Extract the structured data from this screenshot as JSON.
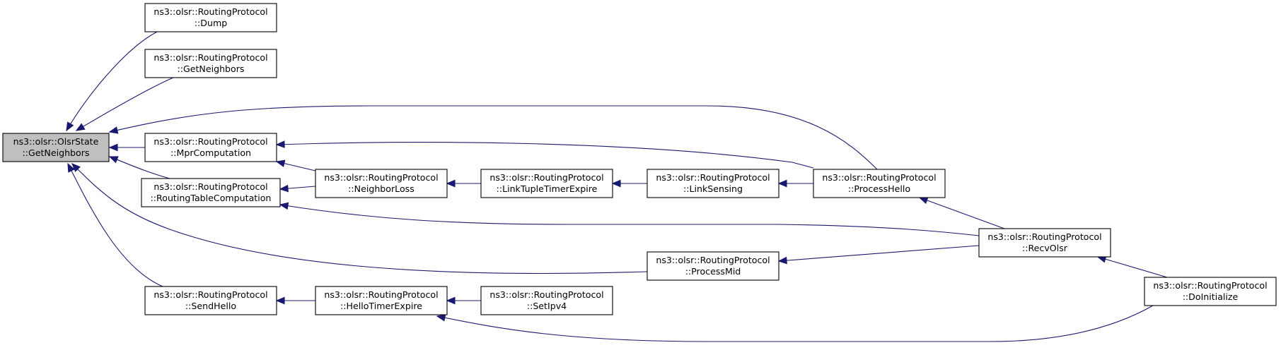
{
  "diagram": {
    "type": "call-graph",
    "nodes": [
      {
        "id": "getneighbors_state",
        "line1": "ns3::olsr::OlsrState",
        "line2": "::GetNeighbors",
        "highlight": true
      },
      {
        "id": "dump",
        "line1": "ns3::olsr::RoutingProtocol",
        "line2": "::Dump"
      },
      {
        "id": "getneighbors_rp",
        "line1": "ns3::olsr::RoutingProtocol",
        "line2": "::GetNeighbors"
      },
      {
        "id": "mprcomputation",
        "line1": "ns3::olsr::RoutingProtocol",
        "line2": "::MprComputation"
      },
      {
        "id": "routingtablecomputation",
        "line1": "ns3::olsr::RoutingProtocol",
        "line2": "::RoutingTableComputation"
      },
      {
        "id": "sendhello",
        "line1": "ns3::olsr::RoutingProtocol",
        "line2": "::SendHello"
      },
      {
        "id": "neighborloss",
        "line1": "ns3::olsr::RoutingProtocol",
        "line2": "::NeighborLoss"
      },
      {
        "id": "hellotimerexpire",
        "line1": "ns3::olsr::RoutingProtocol",
        "line2": "::HelloTimerExpire"
      },
      {
        "id": "linktupletimerexpire",
        "line1": "ns3::olsr::RoutingProtocol",
        "line2": "::LinkTupleTimerExpire"
      },
      {
        "id": "setipv4",
        "line1": "ns3::olsr::RoutingProtocol",
        "line2": "::SetIpv4"
      },
      {
        "id": "linksensing",
        "line1": "ns3::olsr::RoutingProtocol",
        "line2": "::LinkSensing"
      },
      {
        "id": "processmid",
        "line1": "ns3::olsr::RoutingProtocol",
        "line2": "::ProcessMid"
      },
      {
        "id": "processhello",
        "line1": "ns3::olsr::RoutingProtocol",
        "line2": "::ProcessHello"
      },
      {
        "id": "recvolsr",
        "line1": "ns3::olsr::RoutingProtocol",
        "line2": "::RecvOlsr"
      },
      {
        "id": "doinitialize",
        "line1": "ns3::olsr::RoutingProtocol",
        "line2": "::DoInitialize"
      }
    ],
    "edges": [
      {
        "from": "dump",
        "to": "getneighbors_state"
      },
      {
        "from": "getneighbors_rp",
        "to": "getneighbors_state"
      },
      {
        "from": "processhello",
        "to": "getneighbors_state"
      },
      {
        "from": "mprcomputation",
        "to": "getneighbors_state"
      },
      {
        "from": "routingtablecomputation",
        "to": "getneighbors_state"
      },
      {
        "from": "processmid",
        "to": "getneighbors_state"
      },
      {
        "from": "sendhello",
        "to": "getneighbors_state"
      },
      {
        "from": "processhello",
        "to": "mprcomputation"
      },
      {
        "from": "neighborloss",
        "to": "mprcomputation"
      },
      {
        "from": "neighborloss",
        "to": "routingtablecomputation"
      },
      {
        "from": "recvolsr",
        "to": "routingtablecomputation"
      },
      {
        "from": "linktupletimerexpire",
        "to": "neighborloss"
      },
      {
        "from": "linksensing",
        "to": "linktupletimerexpire"
      },
      {
        "from": "processhello",
        "to": "linksensing"
      },
      {
        "from": "recvolsr",
        "to": "processhello"
      },
      {
        "from": "recvolsr",
        "to": "processmid"
      },
      {
        "from": "doinitialize",
        "to": "recvolsr"
      },
      {
        "from": "hellotimerexpire",
        "to": "sendhello"
      },
      {
        "from": "setipv4",
        "to": "hellotimerexpire"
      },
      {
        "from": "doinitialize",
        "to": "hellotimerexpire"
      }
    ],
    "colors": {
      "edge": "#191970",
      "box_border": "#000000",
      "box_fill": "#ffffff",
      "highlight_fill": "#bfbfbf"
    }
  }
}
